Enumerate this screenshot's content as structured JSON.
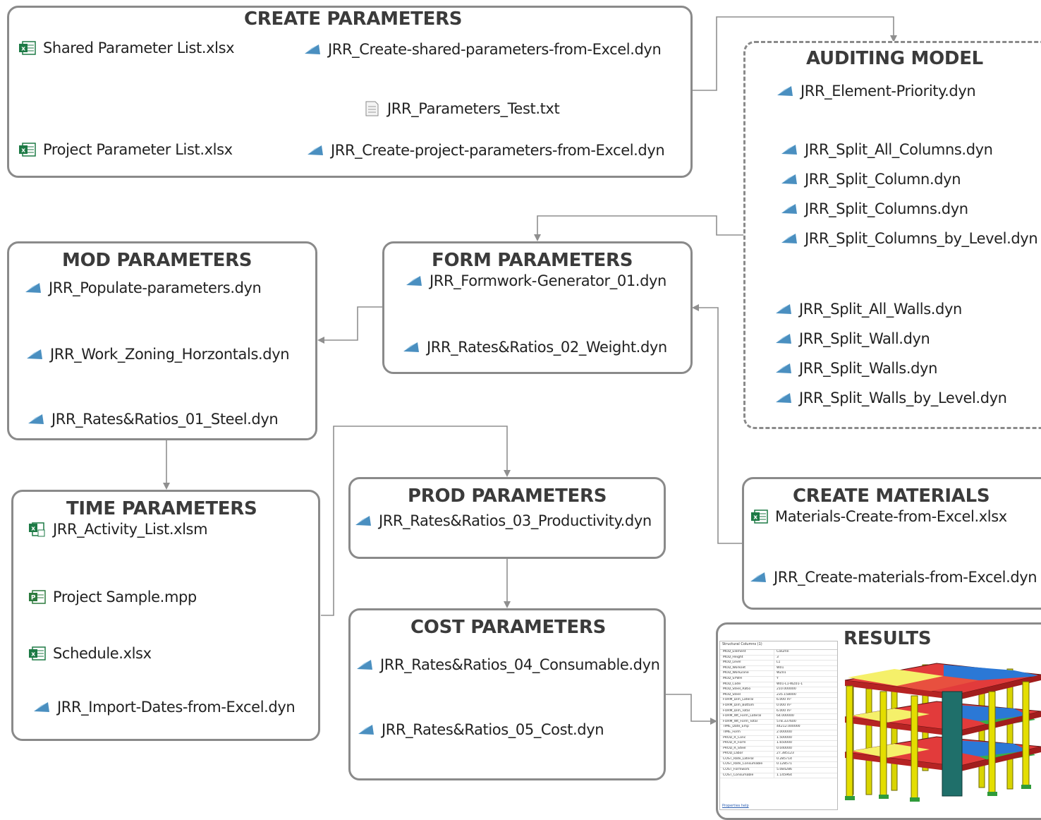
{
  "colors": {
    "border": "#8a8a8a",
    "arrow": "#8f8f8f",
    "excel": "#1d7a45",
    "dyn": "#4a8fc0",
    "project": "#2c7a3d"
  },
  "boxes": {
    "create": {
      "title": "CREATE PARAMETERS",
      "items": [
        "Shared Parameter List.xlsx",
        "JRR_Create-shared-parameters-from-Excel.dyn",
        "JRR_Parameters_Test.txt",
        "Project Parameter List.xlsx",
        "JRR_Create-project-parameters-from-Excel.dyn"
      ]
    },
    "auditing": {
      "title": "AUDITING MODEL",
      "items": [
        "JRR_Element-Priority.dyn",
        "JRR_Split_All_Columns.dyn",
        "JRR_Split_Column.dyn",
        "JRR_Split_Columns.dyn",
        "JRR_Split_Columns_by_Level.dyn",
        "JRR_Split_All_Walls.dyn",
        "JRR_Split_Wall.dyn",
        "JRR_Split_Walls.dyn",
        "JRR_Split_Walls_by_Level.dyn"
      ]
    },
    "mod": {
      "title": "MOD PARAMETERS",
      "items": [
        "JRR_Populate-parameters.dyn",
        "JRR_Work_Zoning_Horzontals.dyn",
        "JRR_Rates&Ratios_01_Steel.dyn"
      ]
    },
    "form": {
      "title": "FORM PARAMETERS",
      "items": [
        "JRR_Formwork-Generator_01.dyn",
        "JRR_Rates&Ratios_02_Weight.dyn"
      ]
    },
    "time": {
      "title": "TIME PARAMETERS",
      "items": [
        "JRR_Activity_List.xlsm",
        "Project Sample.mpp",
        "Schedule.xlsx",
        "JRR_Import-Dates-from-Excel.dyn"
      ]
    },
    "prod": {
      "title": "PROD PARAMETERS",
      "items": [
        "JRR_Rates&Ratios_03_Productivity.dyn"
      ]
    },
    "cost": {
      "title": "COST PARAMETERS",
      "items": [
        "JRR_Rates&Ratios_04_Consumable.dyn",
        "JRR_Rates&Ratios_05_Cost.dyn"
      ]
    },
    "materials": {
      "title": "CREATE MATERIALS",
      "items": [
        "Materials-Create-from-Excel.xlsx",
        "JRR_Create-materials-from-Excel.dyn"
      ]
    },
    "results": {
      "title": "RESULTS",
      "table_header": "Structural Columns (1)",
      "table_rows": [
        [
          "MOD_Element",
          "Column"
        ],
        [
          "MOD_Height",
          "3"
        ],
        [
          "MOD_Level",
          "L1"
        ],
        [
          "MOD_Workset",
          "W01"
        ],
        [
          "MOD_WorkZone",
          "WZ01"
        ],
        [
          "MOD_SYWH",
          "Y"
        ],
        [
          "MOD_Code",
          "W01-L1-WZ01-1"
        ],
        [
          "MOD_Steel_Ratio",
          "210.000000"
        ],
        [
          "MOD_Steel",
          "235.158000"
        ],
        [
          "FORM_Dim_Lateral",
          "6.000 m²"
        ],
        [
          "FORM_Dim_Bottom",
          "0.000 m²"
        ],
        [
          "FORM_Dim_Total",
          "6.000 m²"
        ],
        [
          "FORM_Wt_Form_Lateral",
          "64.000000"
        ],
        [
          "FORM_Wt_Form_Total",
          "578.337600"
        ],
        [
          "TIME_Date_Emp",
          "44212.000000"
        ],
        [
          "TIME_Form",
          "2.000000"
        ],
        [
          "PROD_R_Conc",
          "1.500000"
        ],
        [
          "PROD_R_Form",
          "1.650000"
        ],
        [
          "PROD_R_Steel",
          "0.040000"
        ],
        [
          "PROD_Labor",
          "27.385123"
        ],
        [
          "COST_Rate_Lateral",
          "0.285714"
        ],
        [
          "COST_Rate_Consumable",
          "0.128571"
        ],
        [
          "COST_Formwork",
          "5.084286"
        ],
        [
          "COST_Consumable",
          "1.145964"
        ]
      ],
      "table_footer": "Properties help"
    }
  }
}
